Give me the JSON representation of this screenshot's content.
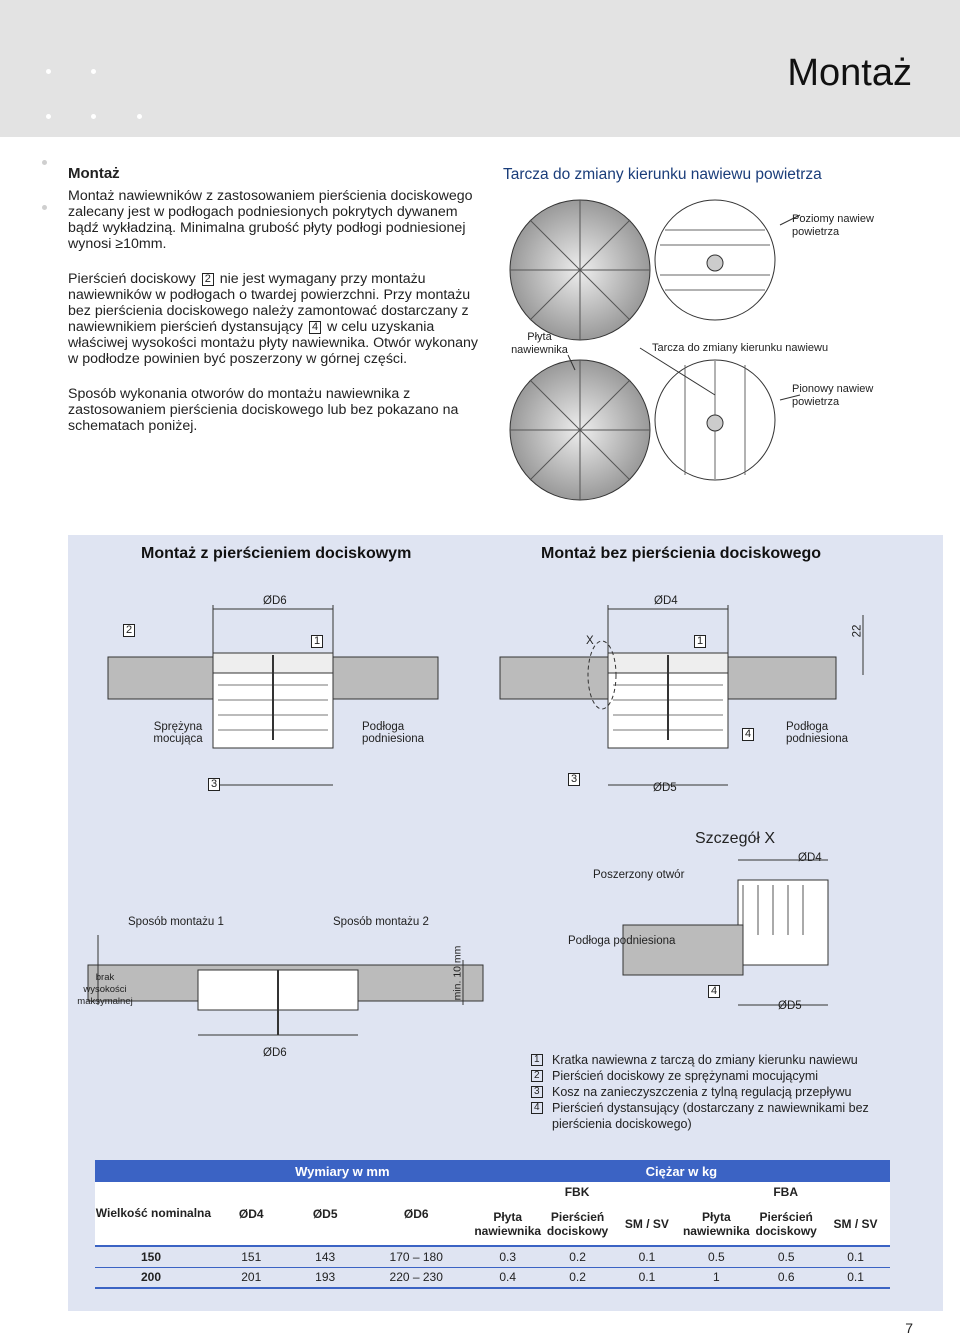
{
  "header": {
    "title": "Montaż"
  },
  "left": {
    "section_title": "Montaż",
    "para1": "Montaż nawiewników z zastosowaniem pierścienia dociskowego zalecany jest w podłogach podniesionych pokrytych dywanem bądź wykładziną. Minimalna grubość płyty podłogi podniesionej wynosi  ≥10mm.",
    "para2_a": "Pierścień dociskowy ",
    "para2_badge1": "2",
    "para2_b": " nie jest wymagany przy montażu nawiewników w podłogach o twardej powierzchni. Przy montażu bez pierścienia dociskowego należy zamontować dostarczany z nawiewnikiem pierścień dystansujący ",
    "para2_badge2": "4",
    "para2_c": " w celu uzyskania właściwej wysokości montażu płyty nawiewnika. Otwór wykonany w podłodze powinien być poszerzony w górnej części.",
    "para3": "Sposób wykonania otworów do montażu nawiewnika z zastosowaniem pierścienia dociskowego lub bez pokazano na schematach poniżej."
  },
  "right": {
    "title": "Tarcza do zmiany kierunku nawiewu powietrza",
    "label_horizontal": "Poziomy nawiew powietrza",
    "label_plate": "Płyta nawiewnika",
    "label_disc": "Tarcza do zmiany kierunku nawiewu",
    "label_vertical": "Pionowy nawiew powietrza"
  },
  "diagram": {
    "title_left": "Montaż z pierścieniem dociskowym",
    "title_right": "Montaż bez pierścienia dociskowego",
    "d6": "ØD6",
    "d4": "ØD4",
    "d5": "ØD5",
    "x": "X",
    "n1": "1",
    "n2": "2",
    "n3": "3",
    "n4": "4",
    "dim22": "22",
    "spring": "Sprężyna mocująca",
    "floor": "Podłoga podniesiona",
    "detail_title": "Szczegół X",
    "widened": "Poszerzony otwór",
    "way1": "Sposób montażu 1",
    "way2": "Sposób montażu 2",
    "no_max": "brak wysokości maksymalnej",
    "min10": "min. 10 mm"
  },
  "legend": [
    {
      "num": "1",
      "text": "Kratka nawiewna z tarczą do zmiany kierunku nawiewu"
    },
    {
      "num": "2",
      "text": "Pierścień dociskowy ze sprężynami mocującymi"
    },
    {
      "num": "3",
      "text": "Kosz na zanieczyszczenia z tylną regulacją przepływu"
    },
    {
      "num": "4",
      "text": "Pierścień dystansujący (dostarczany z nawiewnikami bez pierścienia dociskowego)"
    }
  ],
  "table": {
    "head_dims": "Wymiary w mm",
    "head_weight": "Ciężar w kg",
    "col_nominal": "Wielkość nominalna",
    "col_d4": "ØD4",
    "col_d5": "ØD5",
    "col_d6": "ØD6",
    "fbk": "FBK",
    "fba": "FBA",
    "plate": "Płyta nawiewnika",
    "ring": "Pierścień dociskowy",
    "smsv": "SM / SV",
    "rows": [
      {
        "nom": "150",
        "d4": "151",
        "d5": "143",
        "d6": "170 – 180",
        "fbk_plate": "0.3",
        "fbk_ring": "0.2",
        "fbk_smsv": "0.1",
        "fba_plate": "0.5",
        "fba_ring": "0.5",
        "fba_smsv": "0.1"
      },
      {
        "nom": "200",
        "d4": "201",
        "d5": "193",
        "d6": "220 – 230",
        "fbk_plate": "0.4",
        "fbk_ring": "0.2",
        "fbk_smsv": "0.1",
        "fba_plate": "1",
        "fba_ring": "0.6",
        "fba_smsv": "0.1"
      }
    ]
  },
  "page_number": "7"
}
